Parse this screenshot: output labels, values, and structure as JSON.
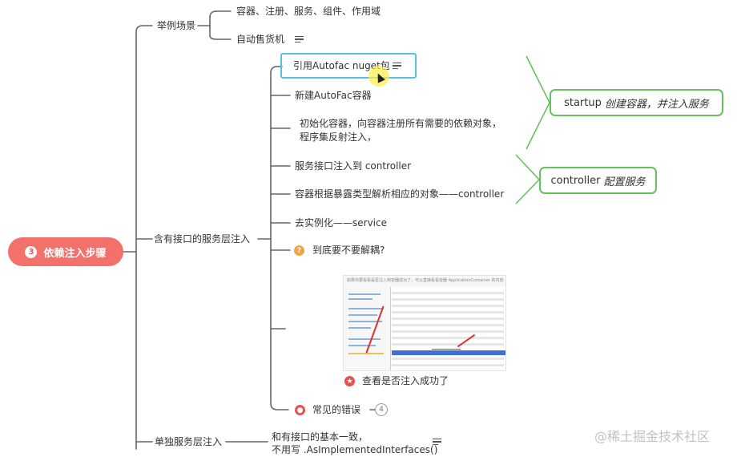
{
  "root": {
    "number": "3",
    "label": "依赖注入步骤"
  },
  "branches": {
    "example": {
      "label": "举例场景",
      "children": [
        "容器、注册、服务、组件、作用域",
        "自动售货机"
      ]
    },
    "interface_layer": {
      "label": "含有接口的服务层注入",
      "children": [
        "引用Autofac nuget包",
        "新建AutoFac容器",
        "初始化容器，向容器注册所有需要的依赖对象，程序集反射注入，",
        "服务接口注入到 controller",
        "容器根据暴露类型解析相应的对象——controller",
        "去实例化——service",
        "到底要不要解耦?",
        "查看是否注入成功了",
        "常见的错误"
      ],
      "error_count": "4"
    },
    "single_layer": {
      "label": "单独服务层注入",
      "note_line1": "和有接口的基本一致，",
      "note_line2": "不用写 .AsImplementedInterfaces()"
    }
  },
  "callouts": {
    "startup": {
      "prefix": "startup",
      "text": "创建容器，并注入服务"
    },
    "controller": {
      "prefix": "controller",
      "text": "配置服务"
    }
  },
  "screenshot_caption": "如果你要看看是否注入到容器成功了，可以直接看看容器 ApplicationContainer 的内容",
  "watermark": "@稀土掘金技术社区",
  "colors": {
    "root": "#f2716b",
    "selection": "#5bc0de",
    "callout": "#63c35a",
    "connector": "#666666"
  }
}
